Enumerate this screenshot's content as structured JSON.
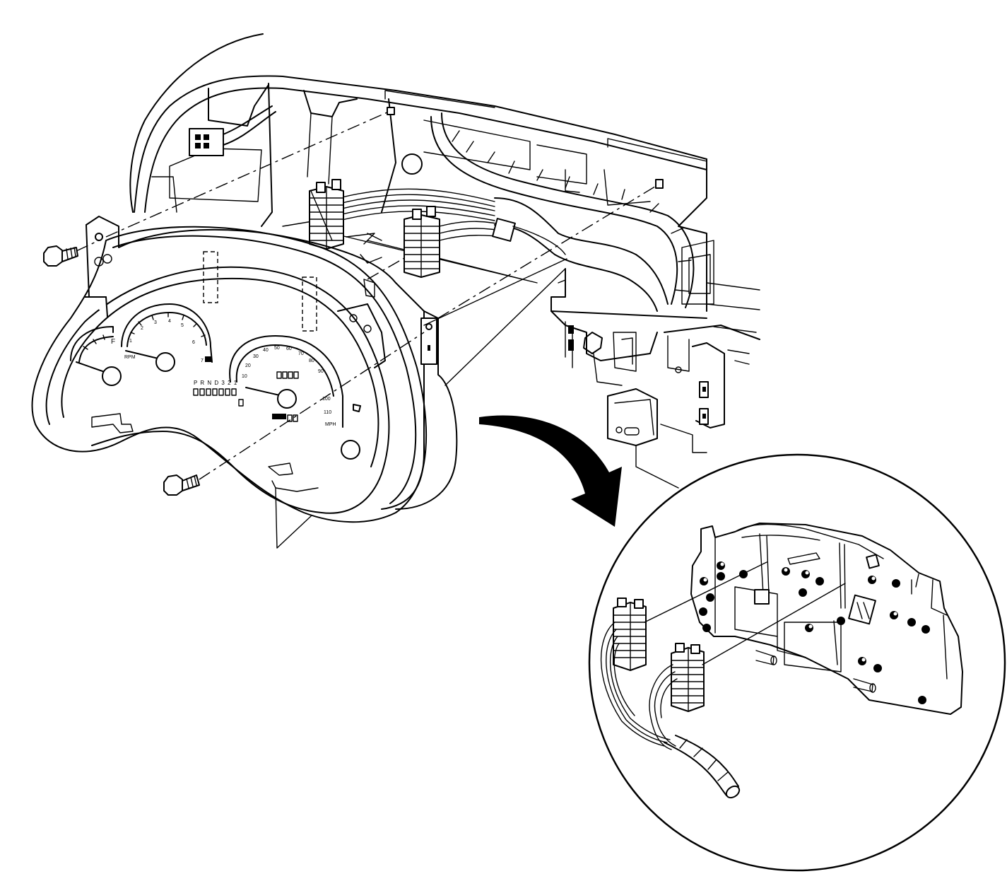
{
  "diagram": {
    "cluster_labels": {
      "tach_unit": "RPM",
      "tach_max": "7",
      "fuel_mark": "F",
      "speed_unit": "MPH",
      "prndl": "P R N D 3 2 1"
    },
    "tach_ticks": [
      "1",
      "2",
      "3",
      "4",
      "5",
      "6"
    ],
    "speed_ticks": [
      "10",
      "20",
      "30",
      "40",
      "50",
      "60",
      "70",
      "80",
      "90",
      "100",
      "110"
    ]
  }
}
